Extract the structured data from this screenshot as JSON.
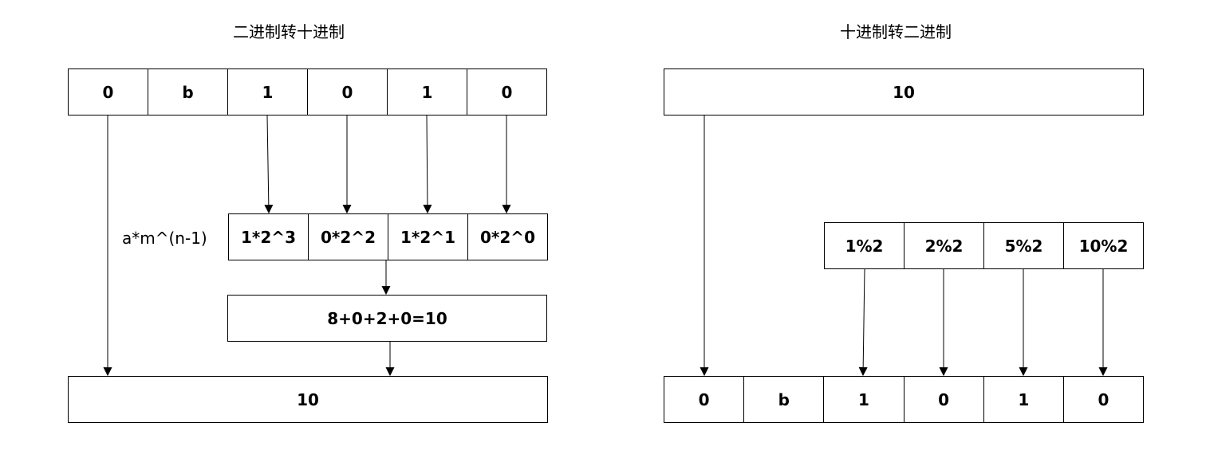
{
  "left": {
    "title": "二进制转十进制",
    "binary_digits": [
      "0",
      "b",
      "1",
      "0",
      "1",
      "0"
    ],
    "formula_label": "a*m^(n-1)",
    "terms": [
      "1*2^3",
      "0*2^2",
      "1*2^1",
      "0*2^0"
    ],
    "sum": "8+0+2+0=10",
    "result": "10"
  },
  "right": {
    "title": "十进制转二进制",
    "decimal": "10",
    "mods": [
      "1%2",
      "2%2",
      "5%2",
      "10%2"
    ],
    "binary_digits": [
      "0",
      "b",
      "1",
      "0",
      "1",
      "0"
    ]
  },
  "colors": {
    "line": "#000000",
    "background": "#ffffff"
  }
}
